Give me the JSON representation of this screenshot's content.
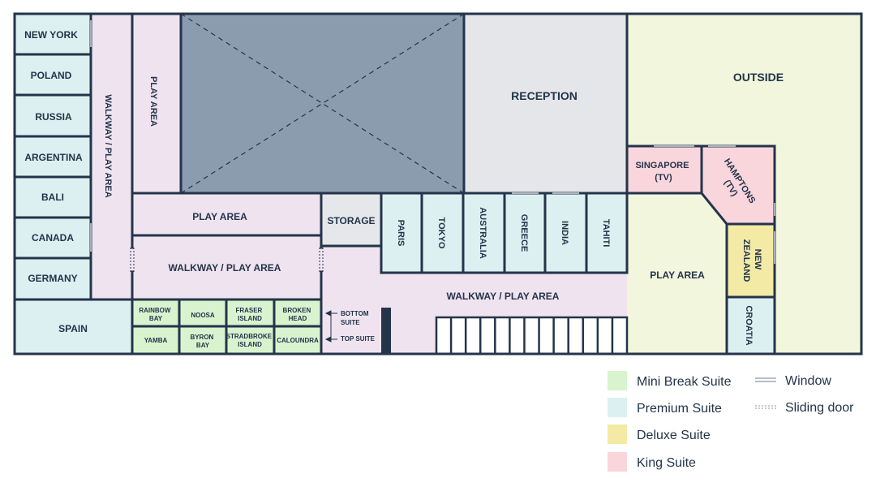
{
  "colors": {
    "wall": "#24344b",
    "mini_break": "#d9f3cf",
    "premium": "#dcf0f1",
    "deluxe": "#f3eaa6",
    "king": "#f9d5dc",
    "play_area": "#f0e3f0",
    "storage": "#e6e7ea",
    "reception": "#e4e6e9",
    "outside": "#f1f6dc",
    "void": "#8a9cad"
  },
  "rooms": {
    "new_york": "NEW YORK",
    "poland": "POLAND",
    "russia": "RUSSIA",
    "argentina": "ARGENTINA",
    "bali": "BALI",
    "canada": "CANADA",
    "germany": "GERMANY",
    "spain": "SPAIN",
    "walkway_left": "WALKWAY / PLAY AREA",
    "play_area_top": "PLAY AREA",
    "play_area_mid": "PLAY AREA",
    "walkway_mid": "WALKWAY / PLAY AREA",
    "rainbow_bay": [
      "RAINBOW",
      "BAY"
    ],
    "noosa": "NOOSA",
    "fraser_island": [
      "FRASER",
      "ISLAND"
    ],
    "broken_head": [
      "BROKEN",
      "HEAD"
    ],
    "yamba": "YAMBA",
    "byron_bay": [
      "BYRON",
      "BAY"
    ],
    "stradbroke_island": [
      "STRADBROKE",
      "ISLAND"
    ],
    "caloundra": "CALOUNDRA",
    "bottom_suite": [
      "BOTTOM",
      "SUITE"
    ],
    "top_suite": "TOP SUITE",
    "storage": "STORAGE",
    "reception": "RECEPTION",
    "outside": "OUTSIDE",
    "paris": "PARIS",
    "tokyo": "TOKYO",
    "australia": "AUSTRALIA",
    "greece": "GREECE",
    "india": "INDIA",
    "tahiti": "TAHITI",
    "singapore": [
      "SINGAPORE",
      "(TV)"
    ],
    "hamptons": [
      "HAMPTONS",
      "(TV)"
    ],
    "new_zealand": [
      "NEW",
      "ZEALAND"
    ],
    "croatia": "CROATIA",
    "play_area_right": "PLAY AREA",
    "walkway_bottom": "WALKWAY / PLAY AREA"
  },
  "legend": {
    "mini_break": "Mini Break Suite",
    "premium": "Premium Suite",
    "deluxe": "Deluxe Suite",
    "king": "King Suite",
    "window": "Window",
    "sliding_door": "Sliding door"
  }
}
